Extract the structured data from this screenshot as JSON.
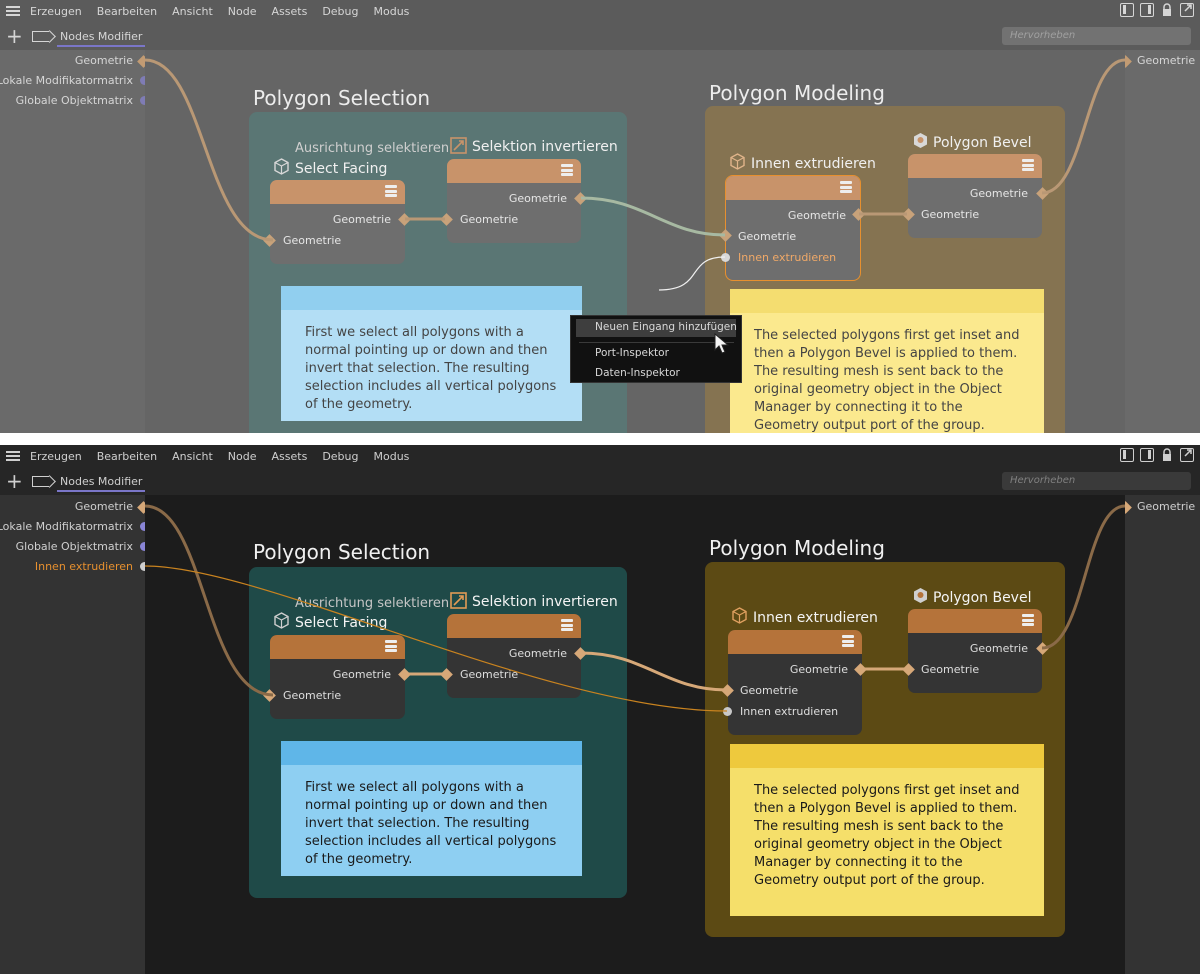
{
  "menu": [
    "Erzeugen",
    "Bearbeiten",
    "Ansicht",
    "Node",
    "Assets",
    "Debug",
    "Modus"
  ],
  "tab_label": "Nodes Modifier",
  "search_placeholder": "Hervorheben",
  "inputs_top": [
    "Geometrie",
    "Lokale Modifikatormatrix",
    "Globale Objektmatrix"
  ],
  "inputs_bottom": [
    "Geometrie",
    "Lokale Modifikatormatrix",
    "Globale Objektmatrix",
    "Innen extrudieren"
  ],
  "output_label": "Geometrie",
  "group_selection": {
    "title": "Polygon Selection",
    "select_facing": {
      "subtitle": "Ausrichtung selektieren",
      "title": "Select Facing",
      "in": "Geometrie",
      "out": "Geometrie"
    },
    "invert": {
      "title": "Selektion invertieren",
      "in": "Geometrie",
      "out": "Geometrie"
    },
    "note": "First we select all polygons with a normal pointing up or down and then invert that selection. The resulting selection includes all vertical polygons of the geometry."
  },
  "group_modeling": {
    "title": "Polygon Modeling",
    "extrude": {
      "title": "Innen extrudieren",
      "in1": "Geometrie",
      "in2": "Innen extrudieren",
      "out": "Geometrie"
    },
    "bevel": {
      "title": "Polygon Bevel",
      "in": "Geometrie",
      "out": "Geometrie"
    },
    "note": "The selected polygons first get inset and then a Polygon Bevel is applied to them. The resulting mesh is sent back to the original geometry object in the Object Manager by connecting it to the Geometry output port of the group."
  },
  "context_menu": [
    "Neuen Eingang hinzufügen",
    "Port-Inspektor",
    "Daten-Inspektor"
  ],
  "colors": {
    "node_header_top": "#c8936a",
    "node_header_bottom": "#b5733a",
    "port_diamond": "#d6a878",
    "port_purple": "#8a85d6",
    "group_teal_bottom": "#1f4a48",
    "group_gold_bottom": "#5c4a14",
    "note_blue_bottom": "#8ecff2",
    "note_yellow_bottom": "#f5df6a",
    "highlight_orange": "#e7902f"
  }
}
